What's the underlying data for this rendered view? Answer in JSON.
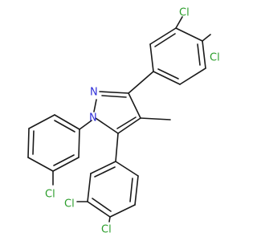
{
  "molecule": {
    "colors": {
      "bond": "#1a1a1a",
      "N": "#2f2fd8",
      "Cl": "#2a9d2a",
      "C": "#1a1a1a"
    },
    "atoms": [
      {
        "id": "n2",
        "symbol": "N"
      },
      {
        "id": "n1",
        "symbol": "N"
      },
      {
        "id": "cl_top_right_4",
        "symbol": "Cl"
      },
      {
        "id": "cl_top_right_3",
        "symbol": "Cl"
      },
      {
        "id": "cl_left_phenyl",
        "symbol": "Cl"
      },
      {
        "id": "cl_bottom_3",
        "symbol": "Cl"
      },
      {
        "id": "cl_bottom_4",
        "symbol": "Cl"
      }
    ]
  }
}
